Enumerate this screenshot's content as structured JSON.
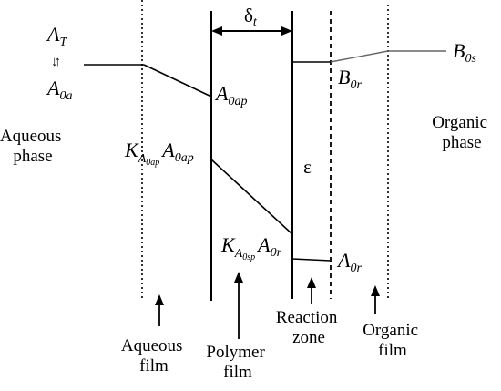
{
  "symbols": {
    "A": "A",
    "B": "B",
    "K": "K",
    "T": "T",
    "sub_0a": "0a",
    "sub_0ap": "0ap",
    "sub_0r": "0r",
    "sub_0s": "0s",
    "sub_A": "A",
    "subsub_0ap": "0ap",
    "subsub_0sp": "0sp",
    "delta": "δ",
    "delta_sub": "t",
    "epsilon": "ε",
    "updown_arrow": "↓↑"
  },
  "regions": {
    "aqueous_phase": [
      "Aqueous",
      "phase"
    ],
    "organic_phase": [
      "Organic",
      "phase"
    ],
    "aqueous_film": [
      "Aqueous",
      "film"
    ],
    "polymer_film": [
      "Polymer",
      "film"
    ],
    "reaction_zone": [
      "Reaction",
      "zone"
    ],
    "organic_film": [
      "Organic",
      "film"
    ]
  }
}
